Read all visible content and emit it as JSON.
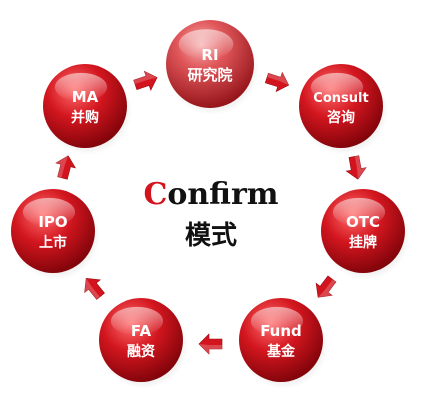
{
  "center": {
    "initial": "C",
    "rest": "onfirm",
    "subtitle": "模式"
  },
  "nodes": [
    {
      "id": "ri",
      "en": "RI",
      "cn": "研究院"
    },
    {
      "id": "consult",
      "en": "Consult",
      "cn": "咨询"
    },
    {
      "id": "otc",
      "en": "OTC",
      "cn": "挂牌"
    },
    {
      "id": "fund",
      "en": "Fund",
      "cn": "基金"
    },
    {
      "id": "fa",
      "en": "FA",
      "cn": "融资"
    },
    {
      "id": "ipo",
      "en": "IPO",
      "cn": "上市"
    },
    {
      "id": "ma",
      "en": "MA",
      "cn": "并购"
    }
  ],
  "colors": {
    "node_light": "#f24a4a",
    "node_mid": "#c8101b",
    "node_dark": "#7a0208",
    "arrow": "#d3141e",
    "center_initial": "#d3141e",
    "center_text": "#111111"
  }
}
